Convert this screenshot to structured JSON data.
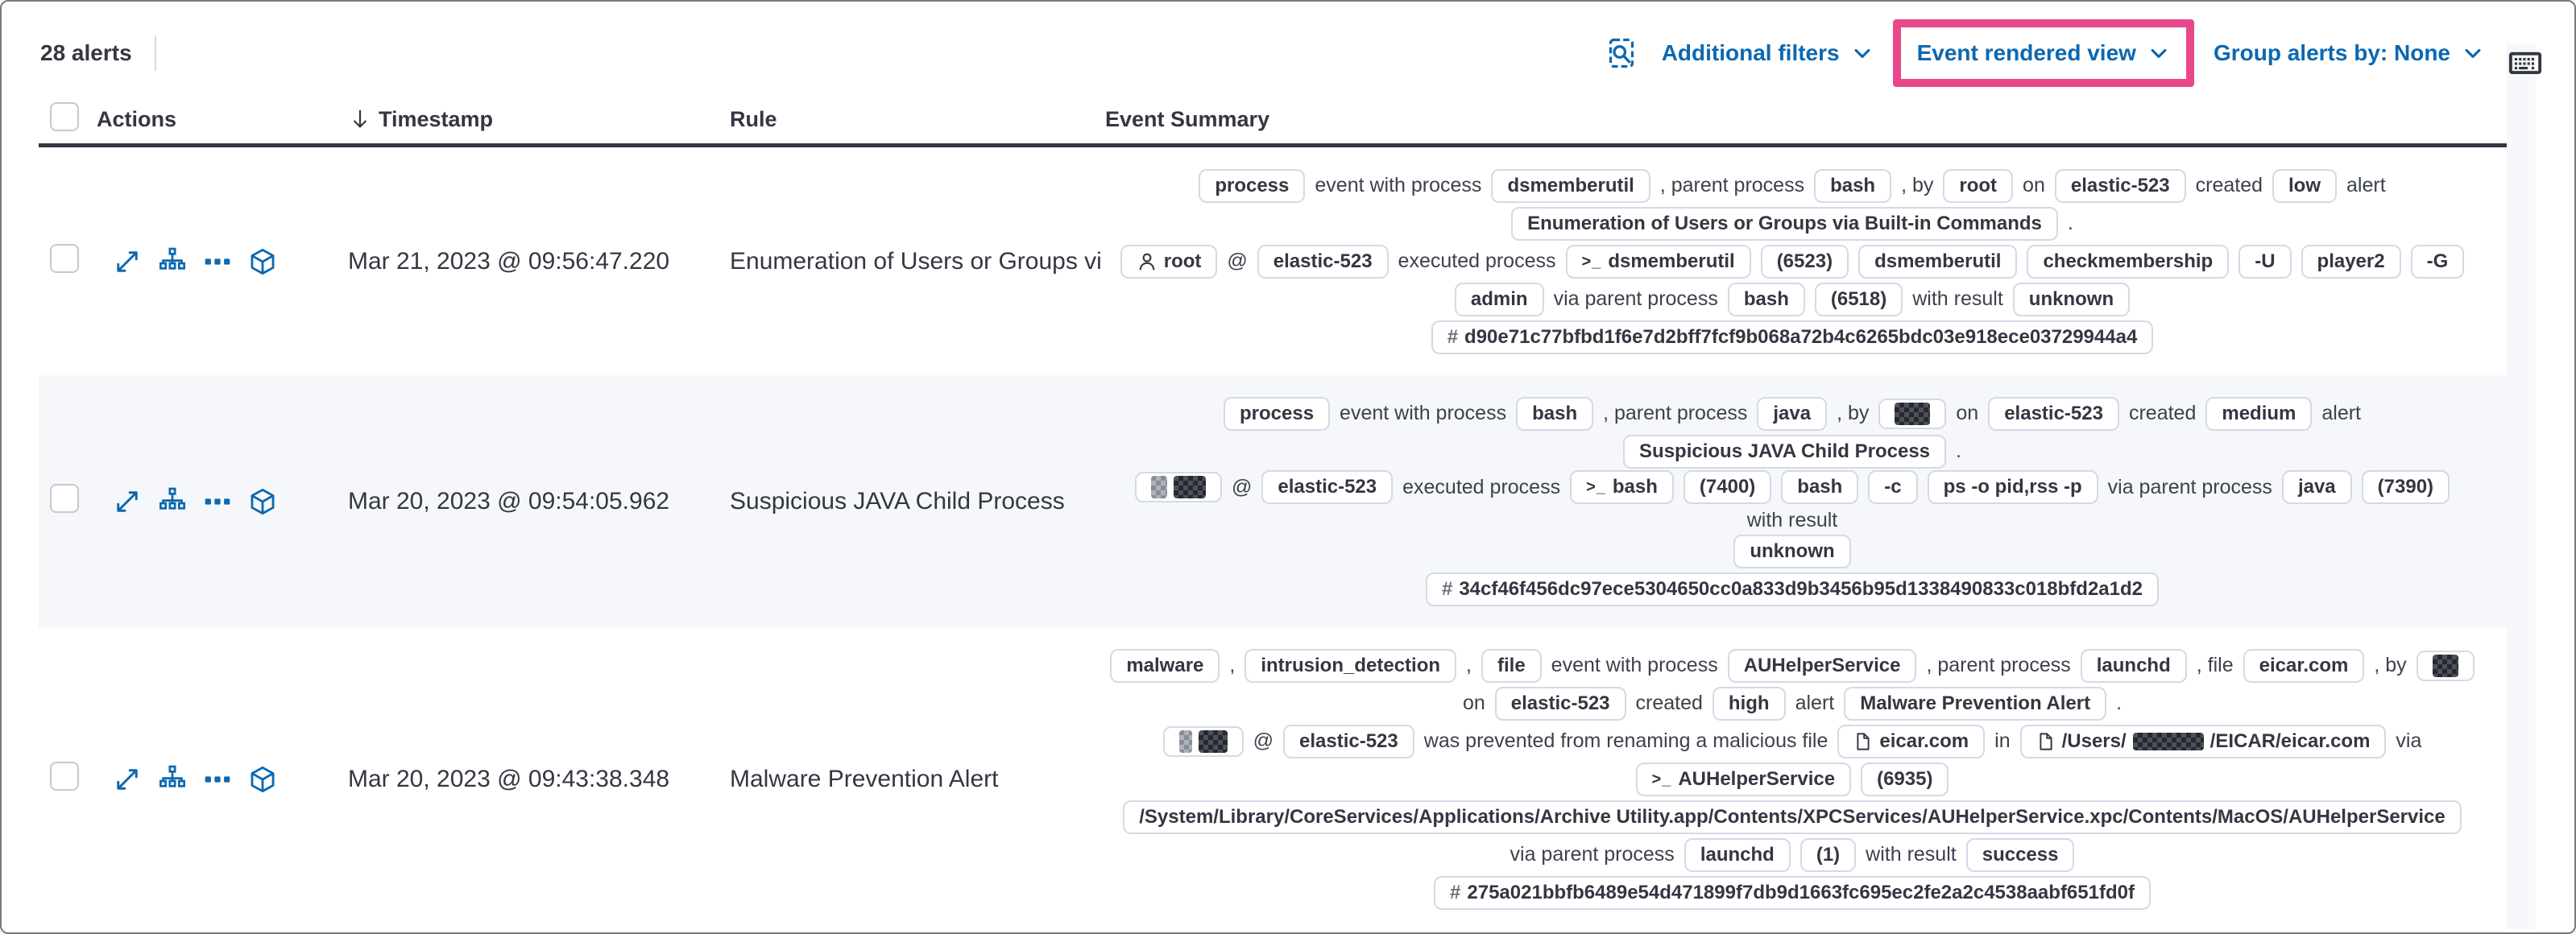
{
  "topbar": {
    "alerts_count": "28 alerts",
    "additional_filters_label": "Additional filters",
    "view_selector_label": "Event rendered view",
    "group_alerts_label": "Group alerts by: None"
  },
  "columns": {
    "actions": "Actions",
    "timestamp": "Timestamp",
    "rule": "Rule",
    "summary": "Event Summary"
  },
  "icons": {
    "inspect": "inspect-icon",
    "keyboard": "keyboard-icon",
    "chevron": "chevron-down-icon",
    "sort": "sort-descending-icon",
    "expand": "expand-alert-icon",
    "analyzer": "analyze-event-icon",
    "more": "more-actions-icon",
    "session": "session-viewer-icon",
    "user": "user-icon",
    "terminal": "terminal-icon",
    "file": "file-icon",
    "hash": "hash-prefix"
  },
  "colors": {
    "link_blue": "#0b68b1",
    "highlight_pink": "#e8488b",
    "badge_border": "#d3dae6",
    "text_dark": "#343741",
    "stripe_bg": "#f5f7fa",
    "header_rule": "#343741"
  },
  "rows": [
    {
      "timestamp": "Mar 21, 2023 @ 09:56:47.220",
      "rule": "Enumeration of Users or Groups via Bui",
      "striped": false,
      "summary": [
        [
          {
            "b": "process"
          },
          {
            "t": "event with process"
          },
          {
            "b": "dsmemberutil"
          },
          {
            "t": ", parent process"
          },
          {
            "b": "bash"
          },
          {
            "t": ", by"
          },
          {
            "b": "root"
          },
          {
            "t": "on"
          },
          {
            "b": "elastic-523"
          },
          {
            "t": "created"
          },
          {
            "b": "low"
          },
          {
            "t": "alert"
          }
        ],
        [
          {
            "b": "Enumeration of Users or Groups via Built-in Commands"
          },
          {
            "t": "."
          }
        ],
        [
          {
            "b": "root",
            "i": "user"
          },
          {
            "t": "@"
          },
          {
            "b": "elastic-523"
          },
          {
            "t": "executed process"
          },
          {
            "b": "dsmemberutil",
            "i": "terminal"
          },
          {
            "b": "(6523)"
          },
          {
            "b": "dsmemberutil"
          },
          {
            "b": "checkmembership"
          },
          {
            "b": "-U"
          },
          {
            "b": "player2"
          },
          {
            "b": "-G"
          }
        ],
        [
          {
            "b": "admin"
          },
          {
            "t": "via parent process"
          },
          {
            "b": "bash"
          },
          {
            "b": "(6518)"
          },
          {
            "t": "with result"
          },
          {
            "b": "unknown"
          }
        ],
        [
          {
            "b": "d90e71c77bfbd1f6e7d2bff7fcf9b068a72b4c6265bdc03e918ece03729944a4",
            "i": "hash"
          }
        ]
      ]
    },
    {
      "timestamp": "Mar 20, 2023 @ 09:54:05.962",
      "rule": "Suspicious JAVA Child Process",
      "striped": true,
      "summary": [
        [
          {
            "b": "process"
          },
          {
            "t": "event with process"
          },
          {
            "b": "bash"
          },
          {
            "t": ", parent process"
          },
          {
            "b": "java"
          },
          {
            "t": ", by"
          },
          {
            "r": [
              22
            ]
          },
          {
            "t": "on"
          },
          {
            "b": "elastic-523"
          },
          {
            "t": "created"
          },
          {
            "b": "medium"
          },
          {
            "t": "alert"
          }
        ],
        [
          {
            "b": "Suspicious JAVA Child Process"
          },
          {
            "t": "."
          }
        ],
        [
          {
            "r": [
              10,
              20
            ]
          },
          {
            "t": "@"
          },
          {
            "b": "elastic-523"
          },
          {
            "t": "executed process"
          },
          {
            "b": "bash",
            "i": "terminal"
          },
          {
            "b": "(7400)"
          },
          {
            "b": "bash"
          },
          {
            "b": "-c"
          },
          {
            "b": "ps -o pid,rss -p"
          },
          {
            "t": "via parent process"
          },
          {
            "b": "java"
          },
          {
            "b": "(7390)"
          },
          {
            "t": "with result"
          }
        ],
        [
          {
            "b": "unknown"
          }
        ],
        [
          {
            "b": "34cf46f456dc97ece5304650cc0a833d9b3456b95d1338490833c018bfd2a1d2",
            "i": "hash"
          }
        ]
      ]
    },
    {
      "timestamp": "Mar 20, 2023 @ 09:43:38.348",
      "rule": "Malware Prevention Alert",
      "striped": false,
      "summary": [
        [
          {
            "b": "malware"
          },
          {
            "t": ","
          },
          {
            "b": "intrusion_detection"
          },
          {
            "t": ","
          },
          {
            "b": "file"
          },
          {
            "t": "event with process"
          },
          {
            "b": "AUHelperService"
          },
          {
            "t": ", parent process"
          },
          {
            "b": "launchd"
          },
          {
            "t": ", file"
          },
          {
            "b": "eicar.com"
          },
          {
            "t": ", by"
          },
          {
            "r": [
              16
            ]
          }
        ],
        [
          {
            "t": "on"
          },
          {
            "b": "elastic-523"
          },
          {
            "t": "created"
          },
          {
            "b": "high"
          },
          {
            "t": "alert"
          },
          {
            "b": "Malware Prevention Alert"
          },
          {
            "t": "."
          }
        ],
        [
          {
            "r": [
              8,
              18
            ]
          },
          {
            "t": "@"
          },
          {
            "b": "elastic-523"
          },
          {
            "t": "was prevented from renaming a malicious file"
          },
          {
            "b": "eicar.com",
            "i": "file"
          },
          {
            "t": "in"
          },
          {
            "bp": [
              {
                "t": "/Users/"
              },
              {
                "r": 44
              },
              {
                "t": "/EICAR/eicar.com"
              }
            ],
            "i": "file"
          },
          {
            "t": "via"
          }
        ],
        [
          {
            "b": "AUHelperService",
            "i": "terminal"
          },
          {
            "b": "(6935)"
          }
        ],
        [
          {
            "b": "/System/Library/CoreServices/Applications/Archive Utility.app/Contents/XPCServices/AUHelperService.xpc/Contents/MacOS/AUHelperService"
          }
        ],
        [
          {
            "t": "via parent process"
          },
          {
            "b": "launchd"
          },
          {
            "b": "(1)"
          },
          {
            "t": "with result"
          },
          {
            "b": "success"
          }
        ],
        [
          {
            "b": "275a021bbfb6489e54d471899f7db9d1663fc695ec2fe2a2c4538aabf651fd0f",
            "i": "hash"
          }
        ]
      ]
    }
  ]
}
